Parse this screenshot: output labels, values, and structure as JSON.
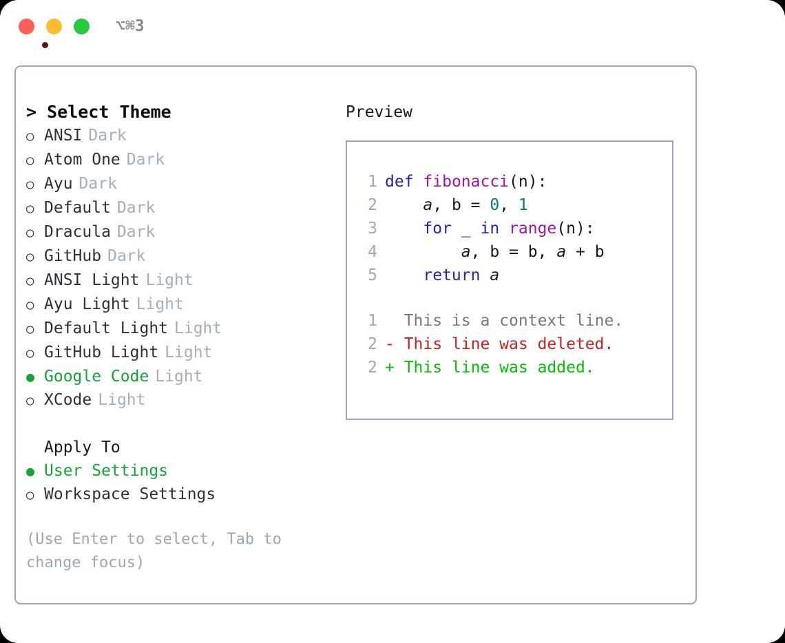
{
  "titlebar": {
    "shortcut": "⌥⌘3",
    "buttons": {
      "close": "close",
      "minimize": "minimize",
      "maximize": "maximize"
    }
  },
  "colors": {
    "accent_green": "#13a538",
    "muted": "#a4afba",
    "hint": "#9aa7b5",
    "border": "#9aa7b5",
    "keyword": "#2222bb",
    "function": "#a3179e",
    "number": "#0a7a76",
    "diff_add": "#04c004",
    "diff_del": "#c62121",
    "diff_ctx": "#707a84"
  },
  "theme_list": {
    "header": "> Select Theme",
    "items": [
      {
        "marker": "○",
        "name": "ANSI",
        "kind": "Dark",
        "selected": false
      },
      {
        "marker": "○",
        "name": "Atom One",
        "kind": "Dark",
        "selected": false
      },
      {
        "marker": "○",
        "name": "Ayu",
        "kind": "Dark",
        "selected": false
      },
      {
        "marker": "○",
        "name": "Default",
        "kind": "Dark",
        "selected": false
      },
      {
        "marker": "○",
        "name": "Dracula",
        "kind": "Dark",
        "selected": false
      },
      {
        "marker": "○",
        "name": "GitHub",
        "kind": "Dark",
        "selected": false
      },
      {
        "marker": "○",
        "name": "ANSI Light",
        "kind": "Light",
        "selected": false
      },
      {
        "marker": "○",
        "name": "Ayu Light",
        "kind": "Light",
        "selected": false
      },
      {
        "marker": "○",
        "name": "Default Light",
        "kind": "Light",
        "selected": false
      },
      {
        "marker": "○",
        "name": "GitHub Light",
        "kind": "Light",
        "selected": false
      },
      {
        "marker": "●",
        "name": "Google Code",
        "kind": "Light",
        "selected": true
      },
      {
        "marker": "○",
        "name": "XCode",
        "kind": "Light",
        "selected": false
      }
    ]
  },
  "apply_to": {
    "header": "Apply To",
    "items": [
      {
        "marker": "●",
        "name": "User Settings",
        "selected": true
      },
      {
        "marker": "○",
        "name": "Workspace Settings",
        "selected": false
      }
    ]
  },
  "hint": "(Use Enter to select, Tab to change focus)",
  "preview": {
    "title": "Preview",
    "code_lines": [
      {
        "num": "1",
        "tokens": [
          {
            "t": "def",
            "c": "kw"
          },
          {
            "t": " ",
            "c": "plain"
          },
          {
            "t": "fibonacci",
            "c": "fn"
          },
          {
            "t": "(n):",
            "c": "plain"
          }
        ]
      },
      {
        "num": "2",
        "tokens": [
          {
            "t": "    ",
            "c": "plain"
          },
          {
            "t": "a",
            "c": "var"
          },
          {
            "t": ", ",
            "c": "plain"
          },
          {
            "t": "b",
            "c": "plain"
          },
          {
            "t": " = ",
            "c": "plain"
          },
          {
            "t": "0",
            "c": "num"
          },
          {
            "t": ", ",
            "c": "plain"
          },
          {
            "t": "1",
            "c": "num"
          }
        ]
      },
      {
        "num": "3",
        "tokens": [
          {
            "t": "    ",
            "c": "plain"
          },
          {
            "t": "for",
            "c": "kw"
          },
          {
            "t": " _ ",
            "c": "plain"
          },
          {
            "t": "in",
            "c": "kw"
          },
          {
            "t": " ",
            "c": "plain"
          },
          {
            "t": "range",
            "c": "fn"
          },
          {
            "t": "(n):",
            "c": "plain"
          }
        ]
      },
      {
        "num": "4",
        "tokens": [
          {
            "t": "        ",
            "c": "plain"
          },
          {
            "t": "a",
            "c": "var"
          },
          {
            "t": ", ",
            "c": "plain"
          },
          {
            "t": "b",
            "c": "plain"
          },
          {
            "t": " = ",
            "c": "plain"
          },
          {
            "t": "b",
            "c": "plain"
          },
          {
            "t": ", ",
            "c": "plain"
          },
          {
            "t": "a",
            "c": "var"
          },
          {
            "t": " + ",
            "c": "plain"
          },
          {
            "t": "b",
            "c": "plain"
          }
        ]
      },
      {
        "num": "5",
        "tokens": [
          {
            "t": "    ",
            "c": "plain"
          },
          {
            "t": "return",
            "c": "kw"
          },
          {
            "t": " ",
            "c": "plain"
          },
          {
            "t": "a",
            "c": "var"
          }
        ]
      }
    ],
    "diff_lines": [
      {
        "num": "1",
        "sign": " ",
        "text": " This is a context line.",
        "kind": "ctx"
      },
      {
        "num": "2",
        "sign": "-",
        "text": " This line was deleted.",
        "kind": "del"
      },
      {
        "num": "2",
        "sign": "+",
        "text": " This line was added.",
        "kind": "add"
      }
    ]
  }
}
